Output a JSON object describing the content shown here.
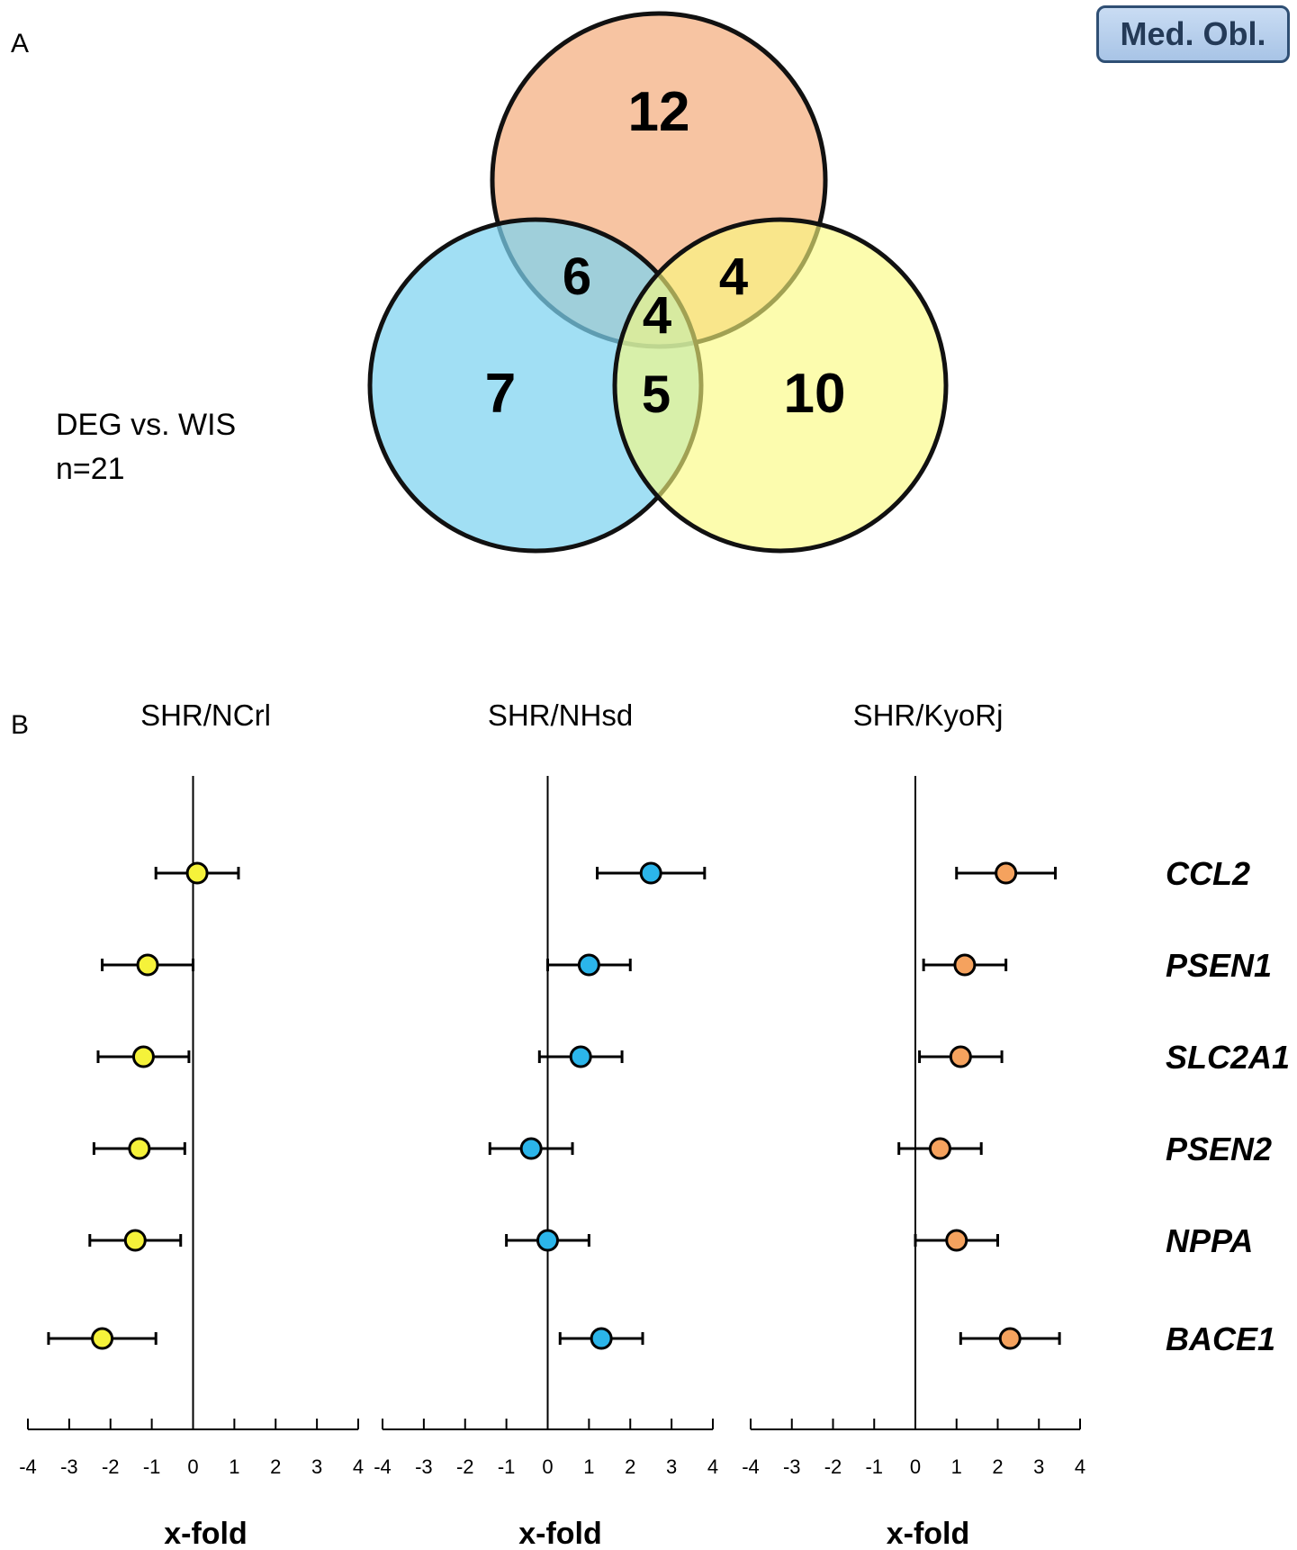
{
  "badge": "Med. Obl.",
  "panel_a": {
    "label": "A",
    "annotation_line1": "DEG vs. WIS",
    "annotation_line2": "n=21",
    "colors": {
      "orange_set": "#f7c4a2",
      "blue_set": "#7dd3f0",
      "yellow_set": "#fafa7c"
    },
    "venn_counts": {
      "orange_only": "12",
      "blue_only": "7",
      "yellow_only": "10",
      "orange_blue": "6",
      "orange_yellow": "4",
      "blue_yellow": "5",
      "all_three": "4"
    }
  },
  "panel_b": {
    "label": "B",
    "x_label": "x-fold"
  },
  "chart_data": [
    {
      "type": "scatter",
      "title": "SHR/NCrl",
      "xlabel": "x-fold",
      "xlim": [
        -4,
        4
      ],
      "xticks": [
        "-4",
        "-3",
        "-2",
        "-1",
        "0",
        "1",
        "2",
        "3",
        "4"
      ],
      "categories": [
        "CCL2",
        "PSEN1",
        "SLC2A1",
        "PSEN2",
        "NPPA",
        "BACE1"
      ],
      "values": [
        0.1,
        -1.1,
        -1.2,
        -1.3,
        -1.4,
        -2.2
      ],
      "error": [
        1.0,
        1.1,
        1.1,
        1.1,
        1.1,
        1.3
      ],
      "color": "#f5f23a"
    },
    {
      "type": "scatter",
      "title": "SHR/NHsd",
      "xlabel": "x-fold",
      "xlim": [
        -4,
        4
      ],
      "xticks": [
        "-4",
        "-3",
        "-2",
        "-1",
        "0",
        "1",
        "2",
        "3",
        "4"
      ],
      "categories": [
        "CCL2",
        "PSEN1",
        "SLC2A1",
        "PSEN2",
        "NPPA",
        "BACE1"
      ],
      "values": [
        2.5,
        1.0,
        0.8,
        -0.4,
        0.0,
        1.3
      ],
      "error": [
        1.3,
        1.0,
        1.0,
        1.0,
        1.0,
        1.0
      ],
      "color": "#2bb5ea"
    },
    {
      "type": "scatter",
      "title": "SHR/KyoRj",
      "xlabel": "x-fold",
      "xlim": [
        -4,
        4
      ],
      "xticks": [
        "-4",
        "-3",
        "-2",
        "-1",
        "0",
        "1",
        "2",
        "3",
        "4"
      ],
      "categories": [
        "CCL2",
        "PSEN1",
        "SLC2A1",
        "PSEN2",
        "NPPA",
        "BACE1"
      ],
      "values": [
        2.2,
        1.2,
        1.1,
        0.6,
        1.0,
        2.3
      ],
      "error": [
        1.2,
        1.0,
        1.0,
        1.0,
        1.0,
        1.2
      ],
      "color": "#f5a25e"
    }
  ]
}
